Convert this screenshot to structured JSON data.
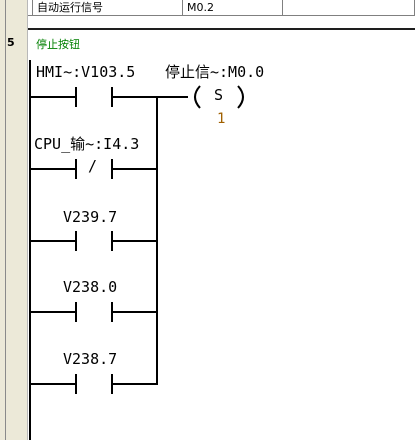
{
  "symbol_table": {
    "row": {
      "symbol": "自动运行信号",
      "address": "M0.2"
    }
  },
  "network": {
    "number": "5",
    "comment": "停止按钮"
  },
  "rungs": {
    "hmi": {
      "operand": "HMI~:V103.5",
      "negated": false
    },
    "cpu": {
      "operand": "CPU_输~:I4.3",
      "negated": true,
      "symbol": "/"
    },
    "v2397": {
      "operand": "V239.7",
      "negated": false
    },
    "v2380": {
      "operand": "V238.0",
      "negated": false
    },
    "v2387": {
      "operand": "V238.7",
      "negated": false
    }
  },
  "coil": {
    "operand": "停止信~:M0.0",
    "type": "S",
    "count": "1"
  },
  "colors": {
    "comment": "#008000",
    "param": "#a06000",
    "wire": "#000000"
  }
}
